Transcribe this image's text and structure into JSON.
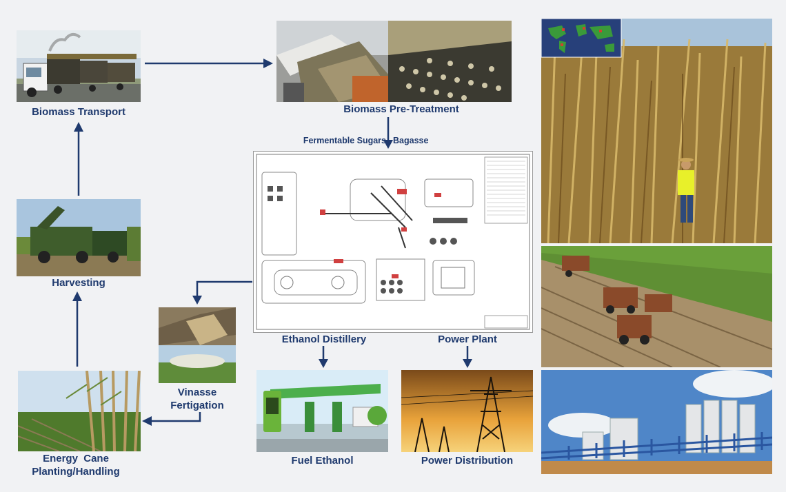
{
  "labels": {
    "biomass_transport": "Biomass Transport",
    "biomass_pretreatment": "Biomass Pre-Treatment",
    "fermentable_sugars": "Fermentable Sugars",
    "bagasse": "Bagasse",
    "harvesting": "Harvesting",
    "vinasse": "Vinasse",
    "fertigation": "Fertigation",
    "energy_cane": "Energy  Cane",
    "planting_handling": "Planting/Handling",
    "ethanol_distillery": "Ethanol Distillery",
    "power_plant": "Power Plant",
    "fuel_ethanol": "Fuel Ethanol",
    "power_distribution": "Power Distribution"
  },
  "colors": {
    "label_navy": "#1f3a6e",
    "background": "#f1f2f4"
  }
}
